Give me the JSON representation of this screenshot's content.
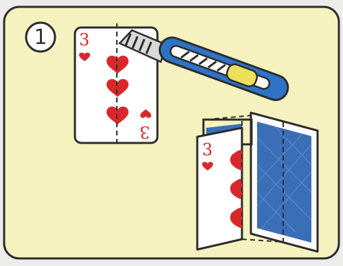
{
  "step": {
    "number": "1"
  },
  "card_front": {
    "rank": "3",
    "suit": "hearts"
  },
  "card_back": {
    "pattern": "blue-diamond-lattice"
  },
  "colors": {
    "panel_background": "#f6f2bf",
    "outline": "#2b2b2b",
    "heart_red": "#d8282b",
    "card_back_blue": "#3a6fb7",
    "knife_blue": "#2f73c6",
    "knife_yellow": "#ece05a",
    "blade_gray": "#bfbfbf"
  },
  "icons": [
    "step-number-badge",
    "playing-card-icon",
    "utility-knife-icon",
    "cut-line-icon",
    "folded-card-icon"
  ]
}
